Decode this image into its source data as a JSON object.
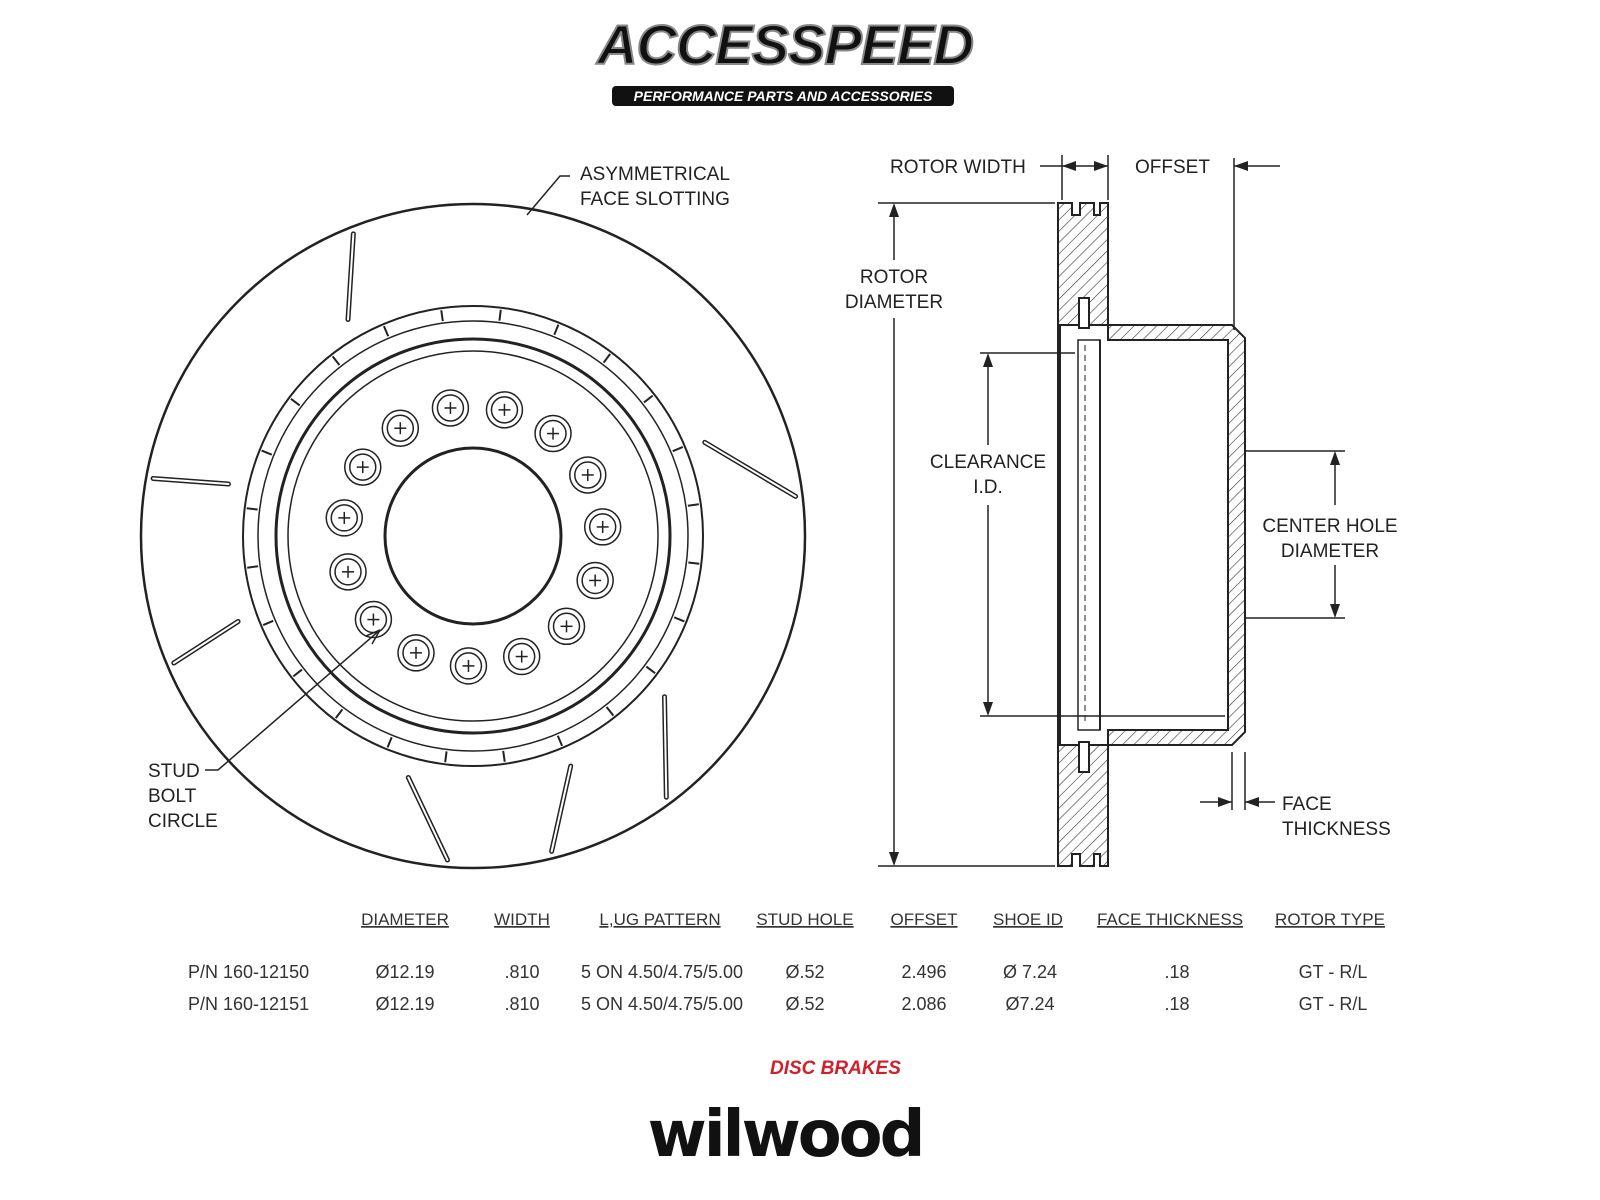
{
  "header_logo": {
    "brand": "ACCESSPEED",
    "tagline": "PERFORMANCE PARTS AND ACCESSORIES"
  },
  "front_view": {
    "labels": {
      "slotting_line1": "ASYMMETRICAL",
      "slotting_line2": "FACE SLOTTING",
      "stud_line1": "STUD",
      "stud_line2": "BOLT",
      "stud_line3": "CIRCLE"
    }
  },
  "side_view": {
    "labels": {
      "rotor_width": "ROTOR WIDTH",
      "offset": "OFFSET",
      "rotor_diameter_line1": "ROTOR",
      "rotor_diameter_line2": "DIAMETER",
      "clearance_line1": "CLEARANCE",
      "clearance_line2": "I.D.",
      "center_hole_line1": "CENTER HOLE",
      "center_hole_line2": "DIAMETER",
      "face_thickness_line1": "FACE",
      "face_thickness_line2": "THICKNESS"
    }
  },
  "spec_table": {
    "headers": [
      "DIAMETER",
      "WIDTH",
      "L,UG PATTERN",
      "STUD HOLE",
      "OFFSET",
      "SHOE ID",
      "FACE THICKNESS",
      "ROTOR TYPE"
    ],
    "rows": [
      {
        "part": "P/N 160-12150",
        "cells": [
          "Ø12.19",
          ".810",
          "5 ON 4.50/4.75/5.00",
          "Ø.52",
          "2.496",
          "Ø 7.24",
          ".18",
          "GT - R/L"
        ]
      },
      {
        "part": "P/N 160-12151",
        "cells": [
          "Ø12.19",
          ".810",
          "5 ON 4.50/4.75/5.00",
          "Ø.52",
          "2.086",
          "Ø7.24",
          ".18",
          "GT - R/L"
        ]
      }
    ]
  },
  "footer_logo": {
    "brand": "wilwood",
    "tagline": "DISC BRAKES",
    "accent": "#d0202a"
  }
}
